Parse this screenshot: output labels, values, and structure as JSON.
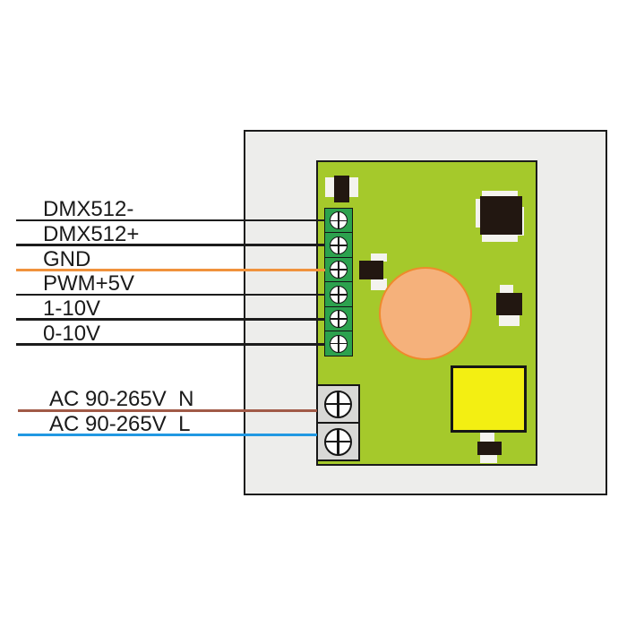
{
  "diagram": {
    "signal_wires": [
      {
        "label": "DMX512-",
        "color": "#1c1c1c"
      },
      {
        "label": "DMX512+",
        "color": "#1c1c1c"
      },
      {
        "label": "GND",
        "color": "#f0923c"
      },
      {
        "label": "PWM+5V",
        "color": "#1c1c1c"
      },
      {
        "label": "1-10V",
        "color": "#1c1c1c"
      },
      {
        "label": "0-10V",
        "color": "#1c1c1c"
      }
    ],
    "power_wires": [
      {
        "label": "AC 90-265V  N",
        "color": "#a15a47"
      },
      {
        "label": "AC 90-265V  L",
        "color": "#2198e2"
      }
    ],
    "board": {
      "signal_terminal_positions": 6,
      "ac_terminal_positions": 2
    },
    "colors": {
      "enclosure_fill": "#ededeb",
      "board_green": "#a5c92b",
      "terminal_green": "#2ca24e",
      "terminal_gray": "#d8d8d6",
      "component_black": "#221711",
      "pad_white": "#f4f3ee",
      "capacitor_fill": "#f5b17b",
      "capacitor_border": "#ee8a2c",
      "transformer_yellow": "#f3ef12",
      "wire_black": "#1c1c1c",
      "wire_orange": "#f0923c",
      "wire_brown": "#a15a47",
      "wire_blue": "#2198e2"
    }
  }
}
